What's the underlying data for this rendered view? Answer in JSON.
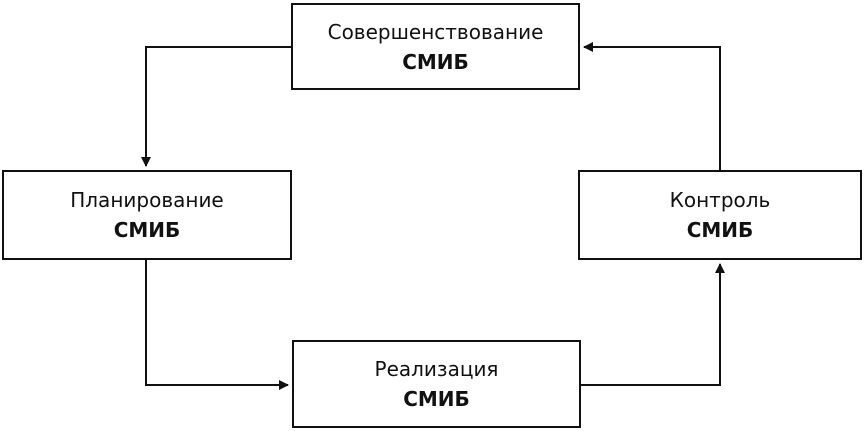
{
  "diagram": {
    "nodes": [
      {
        "id": "improve",
        "title": "Совершенствование",
        "subtitle": "СМИБ"
      },
      {
        "id": "plan",
        "title": "Планирование",
        "subtitle": "СМИБ"
      },
      {
        "id": "impl",
        "title": "Реализация",
        "subtitle": "СМИБ"
      },
      {
        "id": "control",
        "title": "Контроль",
        "subtitle": "СМИБ"
      }
    ],
    "edges": [
      {
        "from": "improve",
        "to": "plan"
      },
      {
        "from": "plan",
        "to": "impl"
      },
      {
        "from": "impl",
        "to": "control"
      },
      {
        "from": "control",
        "to": "improve"
      }
    ],
    "colors": {
      "stroke": "#111111",
      "background": "#ffffff",
      "text": "#111111"
    }
  }
}
